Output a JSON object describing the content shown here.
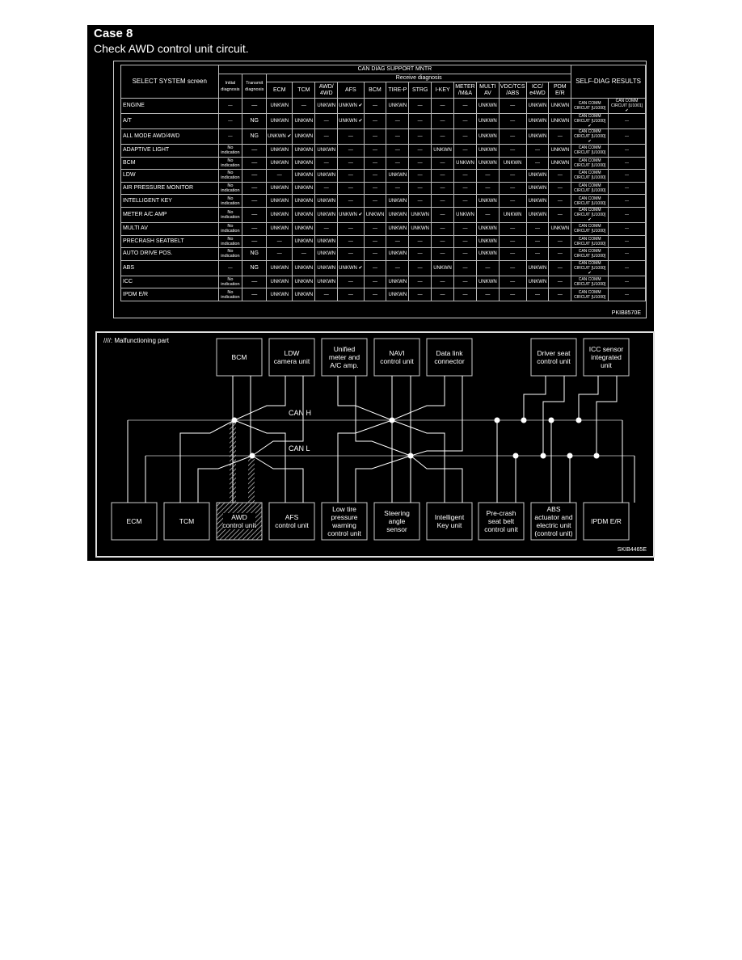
{
  "header": {
    "title": "Case 8",
    "subtitle": "Check AWD control unit circuit."
  },
  "table": {
    "group_header": "CAN DIAG SUPPORT MNTR",
    "receive_header": "Receive diagnosis",
    "col_select": "SELECT SYSTEM screen",
    "col_initial": "Initial diagnosis",
    "col_transmit": "Transmit diagnosis",
    "receive_cols": [
      "ECM",
      "TCM",
      "AWD/ 4WD",
      "AFS",
      "BCM",
      "TIRE-P",
      "STRG",
      "I-KEY",
      "METER /M&A",
      "MULTI AV",
      "VDC/TCS /ABS",
      "ICC/ e4WD",
      "PDM E/R"
    ],
    "col_selfdiag": "SELF-DIAG RESULTS",
    "figure_code": "PKIB8570E",
    "rows": [
      {
        "system": "ENGINE",
        "initial": "—",
        "transmit": "—",
        "receive": [
          "UNKWN",
          "—",
          "UNKWN",
          "UNKWN ✔",
          "—",
          "UNKWN",
          "—",
          "—",
          "—",
          "UNKWN",
          "—",
          "UNKWN",
          "UNKWN"
        ],
        "self1": "CAN COMM CIRCUIT [U1000]",
        "self2": "CAN COMM CIRCUIT [U1001] ✔"
      },
      {
        "system": "A/T",
        "initial": "—",
        "transmit": "NG",
        "receive": [
          "UNKWN",
          "UNKWN",
          "—",
          "UNKWN ✔",
          "—",
          "—",
          "—",
          "—",
          "—",
          "UNKWN",
          "—",
          "UNKWN",
          "UNKWN"
        ],
        "self1": "CAN COMM CIRCUIT [U1000] ✔",
        "self2": "—"
      },
      {
        "system": "ALL MODE AWD/4WD",
        "initial": "—",
        "transmit": "NG",
        "receive": [
          "UNKWN ✔",
          "UNKWN",
          "—",
          "—",
          "—",
          "—",
          "—",
          "—",
          "—",
          "UNKWN",
          "—",
          "UNKWN",
          "—"
        ],
        "self1": "CAN COMM CIRCUIT [U1000] ✔",
        "self2": "—"
      },
      {
        "system": "ADAPTIVE LIGHT",
        "initial": "No indication",
        "transmit": "—",
        "receive": [
          "UNKWN",
          "UNKWN",
          "UNKWN",
          "—",
          "—",
          "—",
          "—",
          "UNKWN",
          "—",
          "UNKWN",
          "—",
          "—",
          "UNKWN"
        ],
        "self1": "CAN COMM CIRCUIT [U1000]",
        "self2": "—"
      },
      {
        "system": "BCM",
        "initial": "No indication",
        "transmit": "—",
        "receive": [
          "UNKWN",
          "UNKWN",
          "—",
          "—",
          "—",
          "—",
          "—",
          "—",
          "UNKWN",
          "UNKWN",
          "UNKWN",
          "—",
          "UNKWN"
        ],
        "self1": "CAN COMM CIRCUIT [U1000]",
        "self2": "—"
      },
      {
        "system": "LDW",
        "initial": "No indication",
        "transmit": "—",
        "receive": [
          "—",
          "UNKWN",
          "UNKWN",
          "—",
          "—",
          "UNKWN",
          "—",
          "—",
          "—",
          "—",
          "—",
          "UNKWN",
          "—"
        ],
        "self1": "CAN COMM CIRCUIT [U1000]",
        "self2": "—"
      },
      {
        "system": "AIR PRESSURE MONITOR",
        "initial": "No indication",
        "transmit": "—",
        "receive": [
          "UNKWN",
          "UNKWN",
          "—",
          "—",
          "—",
          "—",
          "—",
          "—",
          "—",
          "—",
          "—",
          "UNKWN",
          "—"
        ],
        "self1": "CAN COMM CIRCUIT [U1000]",
        "self2": "—"
      },
      {
        "system": "INTELLIGENT KEY",
        "initial": "No indication",
        "transmit": "—",
        "receive": [
          "UNKWN",
          "UNKWN",
          "UNKWN",
          "—",
          "—",
          "UNKWN",
          "—",
          "—",
          "—",
          "UNKWN",
          "—",
          "UNKWN",
          "—"
        ],
        "self1": "CAN COMM CIRCUIT [U1000]",
        "self2": "—"
      },
      {
        "system": "METER A/C AMP",
        "initial": "No indication",
        "transmit": "—",
        "receive": [
          "UNKWN",
          "UNKWN",
          "UNKWN",
          "UNKWN ✔",
          "UNKWN",
          "UNKWN",
          "UNKWN",
          "—",
          "UNKWN",
          "—",
          "UNKWN",
          "UNKWN",
          "—"
        ],
        "self1": "CAN COMM CIRCUIT [U1000] ✔",
        "self2": "—"
      },
      {
        "system": "MULTI AV",
        "initial": "No indication",
        "transmit": "—",
        "receive": [
          "UNKWN",
          "UNKWN",
          "—",
          "—",
          "—",
          "UNKWN",
          "UNKWN",
          "—",
          "—",
          "UNKWN",
          "—",
          "—",
          "UNKWN"
        ],
        "self1": "CAN COMM CIRCUIT [U1000]",
        "self2": "—"
      },
      {
        "system": "PRECRASH SEATBELT",
        "initial": "No indication",
        "transmit": "—",
        "receive": [
          "—",
          "UNKWN",
          "UNKWN",
          "—",
          "—",
          "—",
          "—",
          "—",
          "—",
          "UNKWN",
          "—",
          "—",
          "—"
        ],
        "self1": "CAN COMM CIRCUIT [U1000]",
        "self2": "—"
      },
      {
        "system": "AUTO DRIVE POS.",
        "initial": "No indication",
        "transmit": "NG",
        "receive": [
          "—",
          "—",
          "UNKWN",
          "—",
          "—",
          "UNKWN",
          "—",
          "—",
          "—",
          "UNKWN",
          "—",
          "—",
          "—"
        ],
        "self1": "CAN COMM CIRCUIT [U1000]",
        "self2": "—"
      },
      {
        "system": "ABS",
        "initial": "—",
        "transmit": "NG",
        "receive": [
          "UNKWN",
          "UNKWN",
          "UNKWN",
          "UNKWN ✔",
          "—",
          "—",
          "—",
          "UNKWN",
          "—",
          "—",
          "—",
          "UNKWN",
          "—"
        ],
        "self1": "CAN COMM CIRCUIT [U1000] ✔",
        "self2": "—"
      },
      {
        "system": "ICC",
        "initial": "No indication",
        "transmit": "—",
        "receive": [
          "UNKWN",
          "UNKWN",
          "UNKWN",
          "—",
          "—",
          "UNKWN",
          "—",
          "—",
          "—",
          "UNKWN",
          "—",
          "UNKWN",
          "—"
        ],
        "self1": "CAN COMM CIRCUIT [U1000]",
        "self2": "—"
      },
      {
        "system": "IPDM E/R",
        "initial": "No indication",
        "transmit": "—",
        "receive": [
          "UNKWN",
          "UNKWN",
          "—",
          "—",
          "—",
          "UNKWN",
          "—",
          "—",
          "—",
          "—",
          "—",
          "—",
          "—"
        ],
        "self1": "CAN COMM CIRCUIT [U1000]",
        "self2": "—"
      }
    ]
  },
  "diagram": {
    "legend": "////: Malfunctioning part",
    "bus_h": "CAN H",
    "bus_l": "CAN L",
    "figure_code": "SKIB4465E",
    "top_units": [
      {
        "id": "bcm",
        "label": [
          "BCM"
        ]
      },
      {
        "id": "ldw",
        "label": [
          "LDW",
          "camera unit"
        ]
      },
      {
        "id": "meter",
        "label": [
          "Unified",
          "meter and",
          "A/C amp."
        ]
      },
      {
        "id": "navi",
        "label": [
          "NAVI",
          "control unit"
        ]
      },
      {
        "id": "dlc",
        "label": [
          "Data link",
          "connector"
        ]
      },
      {
        "id": "seat",
        "label": [
          "Driver seat",
          "control unit"
        ]
      },
      {
        "id": "icc",
        "label": [
          "ICC sensor",
          "integrated",
          "unit"
        ]
      }
    ],
    "bottom_units": [
      {
        "id": "ecm",
        "label": [
          "ECM"
        ]
      },
      {
        "id": "tcm",
        "label": [
          "TCM"
        ]
      },
      {
        "id": "awd",
        "label": [
          "AWD",
          "control unit"
        ],
        "malfunction": true
      },
      {
        "id": "afs",
        "label": [
          "AFS",
          "control unit"
        ]
      },
      {
        "id": "tire",
        "label": [
          "Low tire",
          "pressure",
          "warning",
          "control unit"
        ]
      },
      {
        "id": "strg",
        "label": [
          "Steering",
          "angle",
          "sensor"
        ]
      },
      {
        "id": "ikey",
        "label": [
          "Intelligent",
          "Key unit"
        ]
      },
      {
        "id": "precrash",
        "label": [
          "Pre-crash",
          "seat belt",
          "control unit"
        ]
      },
      {
        "id": "abs",
        "label": [
          "ABS",
          "actuator and",
          "electric unit",
          "(control unit)"
        ]
      },
      {
        "id": "ipdm",
        "label": [
          "IPDM E/R"
        ]
      }
    ]
  }
}
